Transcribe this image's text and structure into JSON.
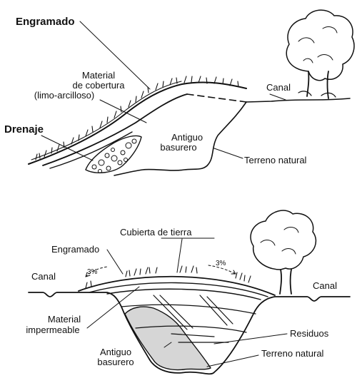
{
  "top_diagram": {
    "labels": {
      "engramado": "Engramado",
      "material_line1": "Material",
      "material_line2": "de cobertura",
      "material_line3": "(limo-arcilloso)",
      "drenaje": "Drenaje",
      "canal": "Canal",
      "antiguo_line1": "Antiguo",
      "antiguo_line2": "basurero",
      "terreno": "Terreno natural"
    }
  },
  "bottom_diagram": {
    "labels": {
      "cubierta": "Cubierta de tierra",
      "engramado": "Engramado",
      "canal_left": "Canal",
      "slope_left": "3%",
      "slope_right": "3%",
      "canal_right": "Canal",
      "material_line1": "Material",
      "material_line2": "impermeable",
      "residuos": "Residuos",
      "antiguo_line1": "Antiguo",
      "antiguo_line2": "basurero",
      "terreno": "Terreno natural"
    }
  }
}
